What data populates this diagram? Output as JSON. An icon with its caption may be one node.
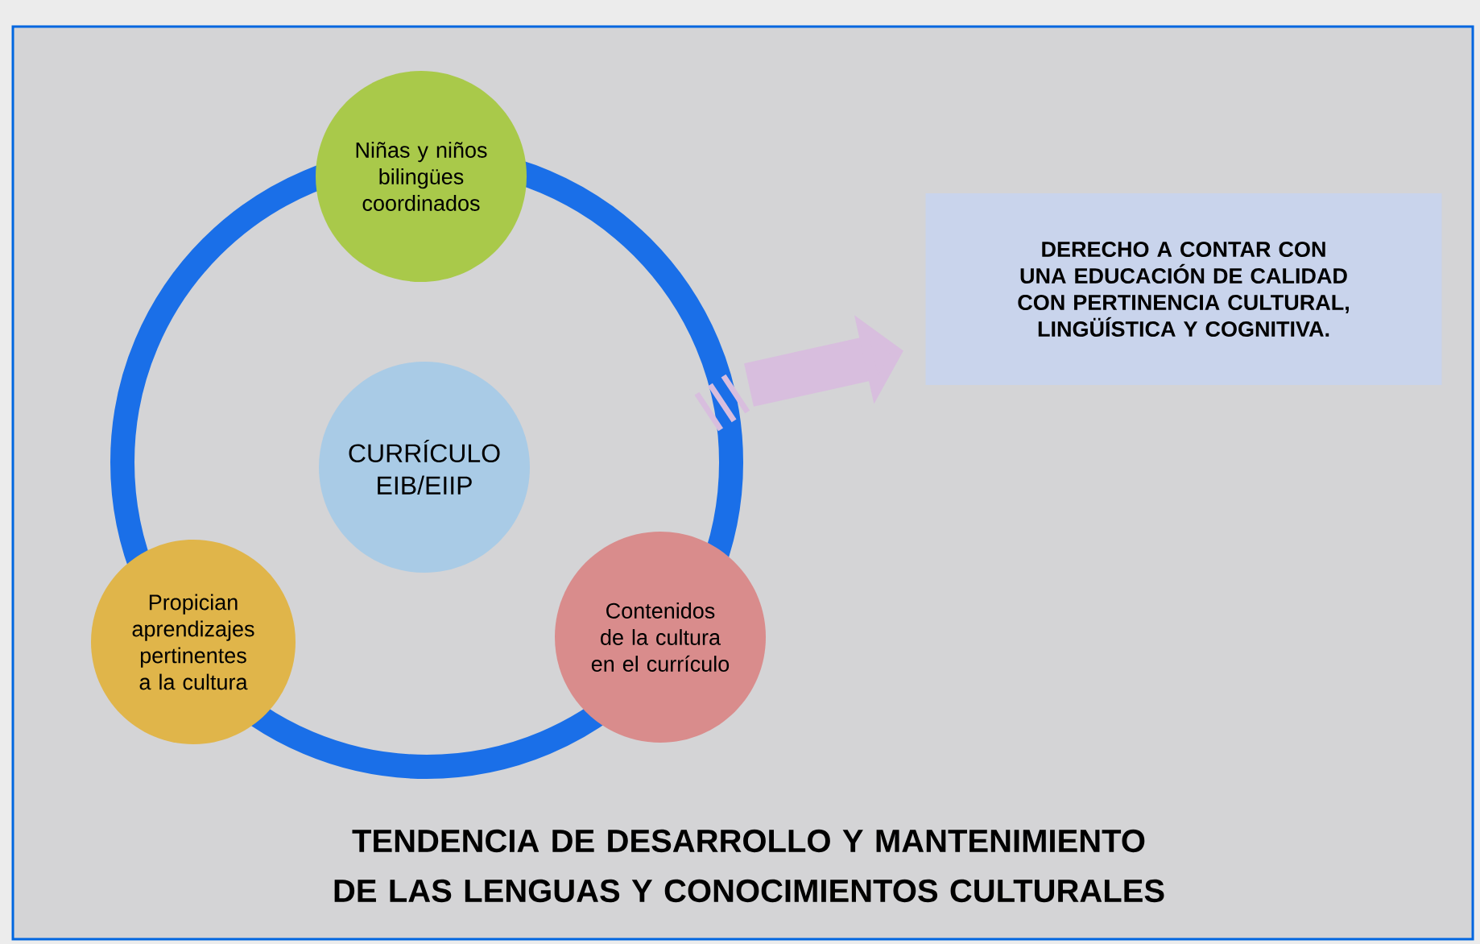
{
  "diagram": {
    "title": "TENDENCIA DE DESARROLLO Y MANTENIMIENTO DE LAS LENGUAS Y CONOCIMIENTOS CULTURALES",
    "nodes": [
      {
        "text": [
          "Niñas y niños bilingües coordinados"
        ]
      },
      {
        "text": [
          "CURRÍCULO EIB/EIIP"
        ]
      },
      {
        "text": [
          "Propician aprendizajes pertinentes a la cultura"
        ]
      },
      {
        "text": [
          "Contenidos de la cultura en el currículo"
        ]
      },
      {
        "text": [
          "DERECHO A CONTAR CON UNA EDUCACIÓN DE CALIDAD CON PERTINENCIA CULTURAL, LINGÜÍSTICA Y COGNITIVA."
        ]
      }
    ],
    "edges": [
      {
        "from": null,
        "to": 4,
        "arrow": "to"
      }
    ]
  }
}
